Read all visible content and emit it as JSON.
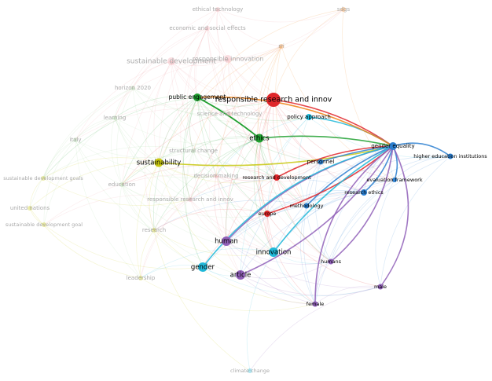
{
  "network": {
    "focus_node": "gender equality",
    "nodes": [
      {
        "label": "ethical technology",
        "cluster": "pink",
        "faded": true
      },
      {
        "label": "economic and social effects",
        "cluster": "pink",
        "faded": true
      },
      {
        "label": "sustainable development",
        "cluster": "pink",
        "faded": true
      },
      {
        "label": "responsible innovation",
        "cluster": "pink",
        "faded": true
      },
      {
        "label": "rri",
        "cluster": "orange",
        "faded": true
      },
      {
        "label": "sdgs",
        "cluster": "orange",
        "faded": true
      },
      {
        "label": "horizon 2020",
        "cluster": "lightgreen",
        "faded": true
      },
      {
        "label": "public engagement",
        "cluster": "green",
        "faded": false
      },
      {
        "label": "responsible research and innov",
        "cluster": "red",
        "faded": false
      },
      {
        "label": "science and technology",
        "cluster": "pink",
        "faded": true
      },
      {
        "label": "policy approach",
        "cluster": "cyan",
        "faded": false
      },
      {
        "label": "learning",
        "cluster": "lightgreen",
        "faded": true
      },
      {
        "label": "italy",
        "cluster": "lightgreen",
        "faded": true
      },
      {
        "label": "ethics",
        "cluster": "green",
        "faded": false
      },
      {
        "label": "structural change",
        "cluster": "lightgreen",
        "faded": true
      },
      {
        "label": "sustainability",
        "cluster": "yellow",
        "faded": false
      },
      {
        "label": "sustainable development goals",
        "cluster": "yellow",
        "faded": true
      },
      {
        "label": "decision making",
        "cluster": "pink",
        "faded": true
      },
      {
        "label": "research and development",
        "cluster": "red",
        "faded": false
      },
      {
        "label": "education",
        "cluster": "lightgreen",
        "faded": true
      },
      {
        "label": "personnel",
        "cluster": "blue",
        "faded": false
      },
      {
        "label": "gender equality",
        "cluster": "blue",
        "faded": false
      },
      {
        "label": "higher education institutions",
        "cluster": "blue",
        "faded": false
      },
      {
        "label": "evaluation framework",
        "cluster": "blue",
        "faded": false
      },
      {
        "label": "research ethics",
        "cluster": "blue",
        "faded": false
      },
      {
        "label": "methodology",
        "cluster": "blue",
        "faded": false
      },
      {
        "label": "europe",
        "cluster": "red",
        "faded": false
      },
      {
        "label": "responsible research and innov",
        "cluster": "pink",
        "faded": true
      },
      {
        "label": "united nations",
        "cluster": "yellow",
        "faded": true
      },
      {
        "label": "sustainable development goal",
        "cluster": "yellow",
        "faded": true
      },
      {
        "label": "research",
        "cluster": "yellow",
        "faded": true
      },
      {
        "label": "human",
        "cluster": "purple",
        "faded": false
      },
      {
        "label": "innovation",
        "cluster": "cyan",
        "faded": false
      },
      {
        "label": "gender",
        "cluster": "cyan",
        "faded": false
      },
      {
        "label": "article",
        "cluster": "purple",
        "faded": false
      },
      {
        "label": "humans",
        "cluster": "purple",
        "faded": false
      },
      {
        "label": "male",
        "cluster": "purple",
        "faded": false
      },
      {
        "label": "leadership",
        "cluster": "yellow",
        "faded": true
      },
      {
        "label": "female",
        "cluster": "purple",
        "faded": false
      },
      {
        "label": "climate change",
        "cluster": "cyan",
        "faded": true
      }
    ],
    "colors": {
      "red": "#e0262a",
      "pink": "#f0a0a8",
      "orange": "#f07f10",
      "green": "#20a030",
      "lightgreen": "#a8d8a0",
      "yellow": "#c8c810",
      "blue": "#2c7fd0",
      "cyan": "#20b8d8",
      "purple": "#9060b8"
    }
  }
}
